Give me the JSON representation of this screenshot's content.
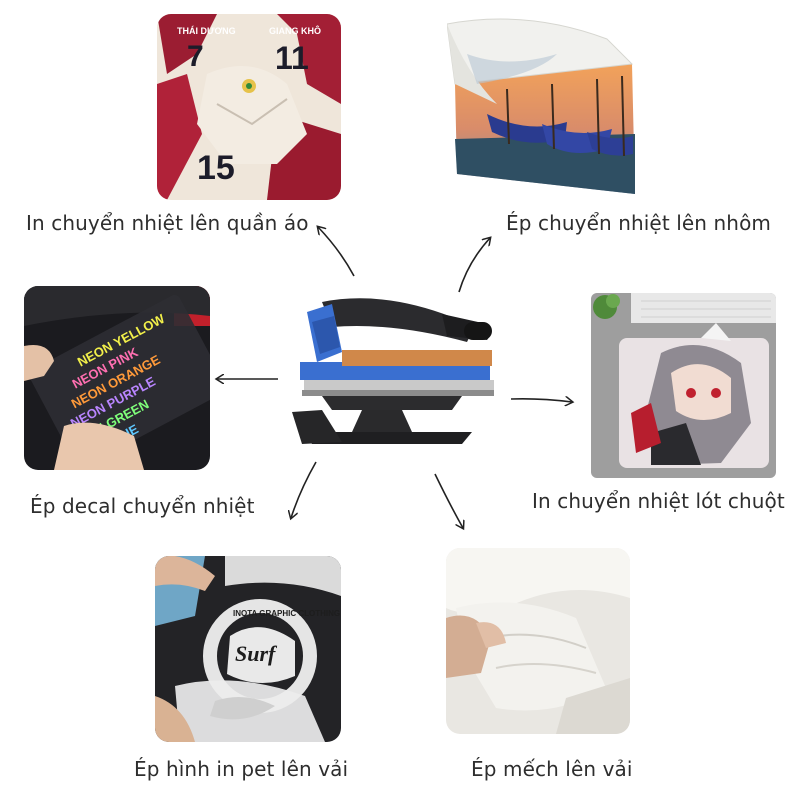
{
  "captions": {
    "clothes": "In chuyển nhiệt lên quần áo",
    "aluminum": "Ép chuyển nhiệt lên nhôm",
    "decal": "Ép decal chuyển nhiệt",
    "mousepad": "In chuyển nhiệt lót chuột",
    "pet": "Ép hình in pet lên vải",
    "interfacing": "Ép mếch lên vải"
  },
  "jersey": {
    "name_left": "THÁI DƯƠNG",
    "name_right": "GIANG KHÔ",
    "number_left": "7",
    "number_right": "11",
    "number_front": "15"
  },
  "decal_words": [
    "NEON YELLOW",
    "NEON PINK",
    "NEON ORANGE",
    "NEON PURPLE",
    "NEON GREEN",
    "NEON BLUE"
  ],
  "pet_print": {
    "ring_text": "INOTA GRAPHIC CLOTHING",
    "brand": "Surf"
  },
  "colors": {
    "machine_blue": "#3a6fd0",
    "platen_orange": "#d0884a",
    "arrow": "#222222"
  }
}
